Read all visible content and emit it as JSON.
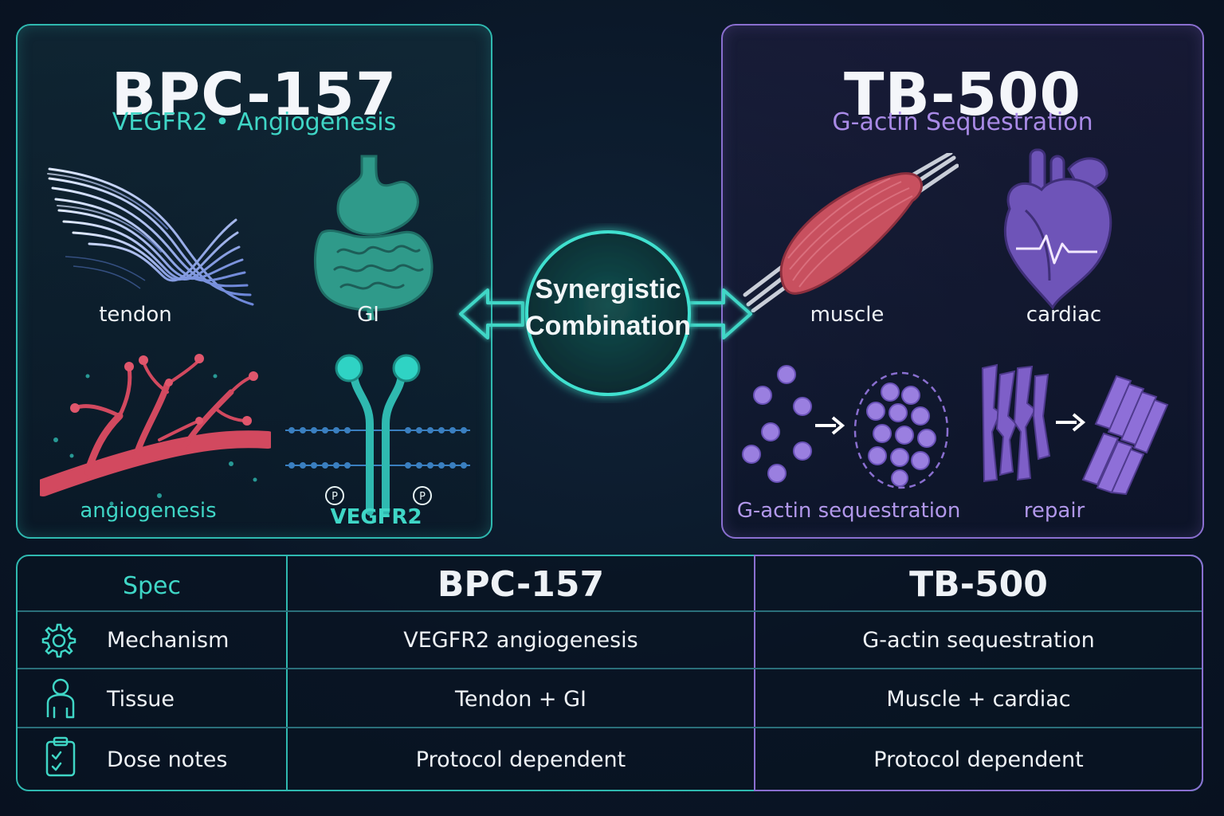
{
  "bpc": {
    "title": "BPC-157",
    "subtitle": "VEGFR2 • Angiogenesis",
    "labels": {
      "tendon": "tendon",
      "gi": "GI",
      "angiogenesis": "angiogenesis",
      "vegfr2": "VEGFR2"
    },
    "color": "#3fd6c6"
  },
  "tb": {
    "title": "TB-500",
    "subtitle": "G-actin Sequestration",
    "labels": {
      "muscle": "muscle",
      "cardiac": "cardiac",
      "gactin": "G-actin sequestration",
      "repair": "repair"
    },
    "color": "#a98ae6"
  },
  "center": {
    "line1": "Synergistic",
    "line2": "Combination"
  },
  "table": {
    "headers": {
      "spec": "Spec",
      "bpc": "BPC-157",
      "tb": "TB-500"
    },
    "rows": [
      {
        "label": "Mechanism",
        "icon": "gear-icon",
        "bpc": "VEGFR2 angiogenesis",
        "tb": "G-actin sequestration"
      },
      {
        "label": "Tissue",
        "icon": "person-icon",
        "bpc": "Tendon + GI",
        "tb": "Muscle + cardiac"
      },
      {
        "label": "Dose notes",
        "icon": "clipboard-check-icon",
        "bpc": "Protocol dependent",
        "tb": "Protocol dependent"
      }
    ]
  }
}
